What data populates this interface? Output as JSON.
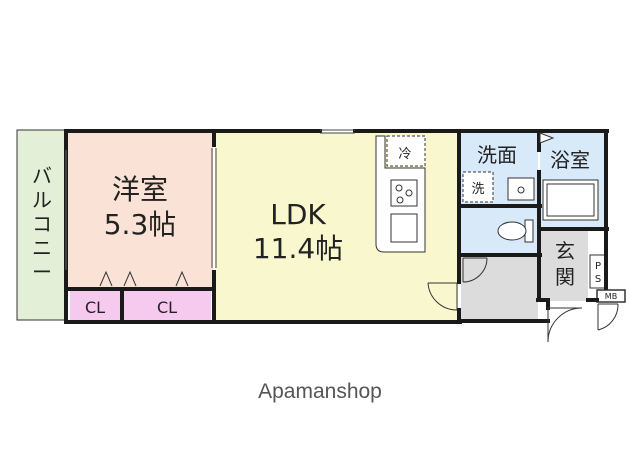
{
  "balcony": {
    "label_chars": [
      "バ",
      "ル",
      "コ",
      "ニ",
      "ー"
    ]
  },
  "western_room": {
    "name": "洋室",
    "size": "5.3帖"
  },
  "closets": [
    {
      "label": "CL"
    },
    {
      "label": "CL"
    }
  ],
  "ldk": {
    "name": "LDK",
    "size": "11.4帖"
  },
  "fridge_space": {
    "label": "冷"
  },
  "washroom": {
    "name": "洗面"
  },
  "washer_space": {
    "label": "洗"
  },
  "bathroom": {
    "name": "浴室"
  },
  "entrance": {
    "label_chars": [
      "玄",
      "関"
    ]
  },
  "ps": {
    "label_chars": [
      "P",
      "S"
    ]
  },
  "mb": {
    "label": "MB"
  },
  "watermark": "Apamanshop",
  "colors": {
    "balcony": "#e4efd8",
    "western_room": "#fae3d6",
    "closet": "#f6c9ee",
    "ldk": "#f8f7cd",
    "wet_area": "#d8e9fa",
    "entrance": "#dcdcdc",
    "wall": "#1a1a1a"
  }
}
